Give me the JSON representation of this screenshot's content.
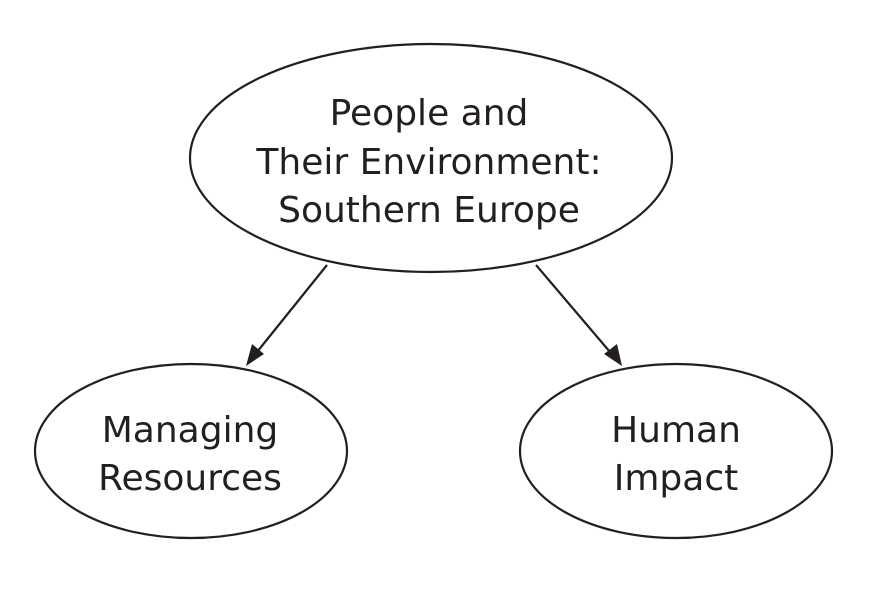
{
  "diagram": {
    "root": {
      "lines": [
        "People and",
        "Their Environment:",
        "Southern Europe"
      ]
    },
    "children": [
      {
        "lines": [
          "Managing",
          "Resources"
        ]
      },
      {
        "lines": [
          "Human",
          "Impact"
        ]
      }
    ],
    "colors": {
      "stroke": "#231f20",
      "fill": "#ffffff"
    }
  }
}
